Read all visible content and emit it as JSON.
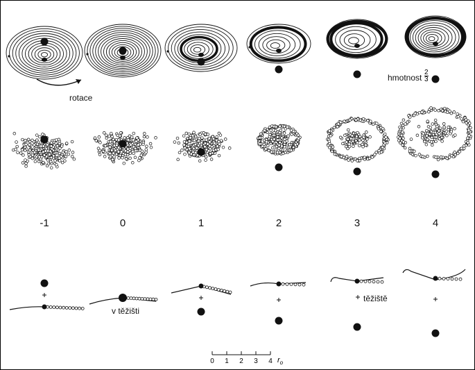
{
  "time_labels": [
    "-1",
    "0",
    "1",
    "2",
    "3",
    "4"
  ],
  "annotations": {
    "rotation": "rotace",
    "mass_label": "hmotnost",
    "mass_fraction": {
      "numerator": "2",
      "denominator": "3"
    },
    "at_center_of_mass": "v těžišti",
    "center_of_mass": "těžiště"
  },
  "scale_bar": {
    "ticks": [
      "0",
      "1",
      "2",
      "3",
      "4"
    ],
    "unit": "r",
    "unit_subscript": "o"
  },
  "colors": {
    "ink": "#111111",
    "background": "#ffffff"
  }
}
